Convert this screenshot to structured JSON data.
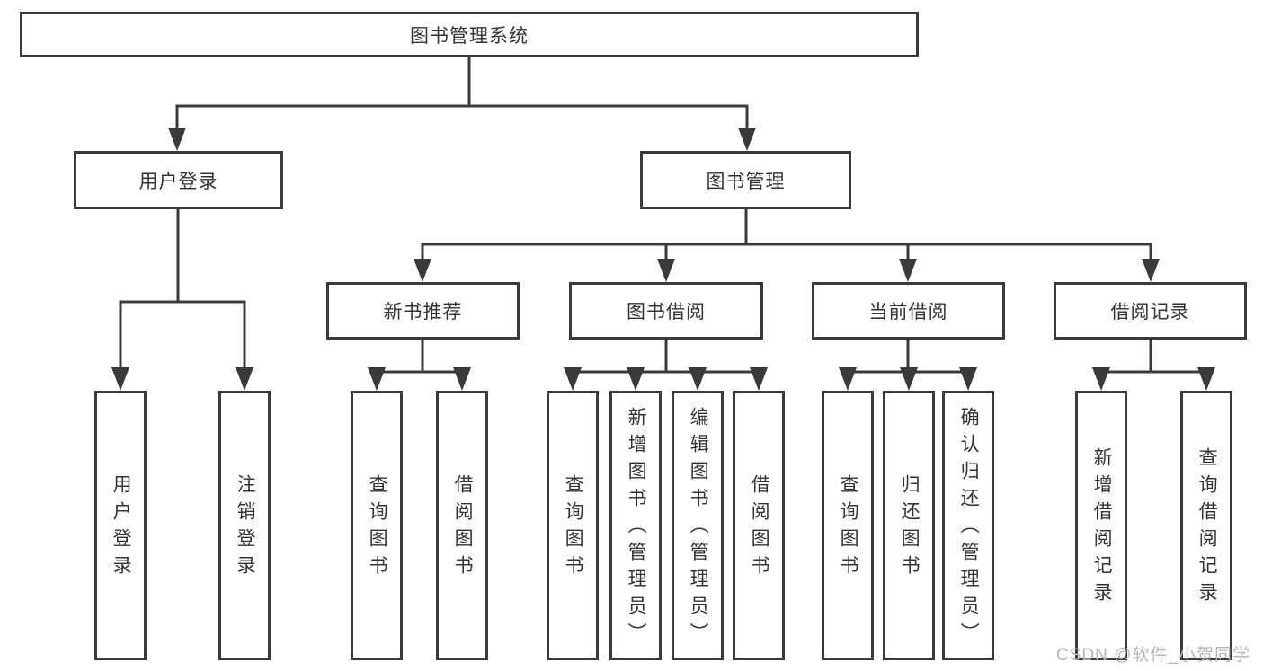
{
  "colors": {
    "line": "#3a3a3a",
    "box_border": "#3a3a3a",
    "box_background": "#ffffff",
    "text": "#333333",
    "watermark": "#b5b5b5"
  },
  "watermark": {
    "text": "CSDN @软件_小贺同学"
  },
  "tree": {
    "root": {
      "label": "图书管理系统"
    },
    "branches": [
      {
        "label": "用户登录",
        "children": [
          {
            "label": "用户登录"
          },
          {
            "label": "注销登录"
          }
        ]
      },
      {
        "label": "图书管理",
        "children": [
          {
            "label": "新书推荐",
            "children": [
              {
                "label": "查询图书"
              },
              {
                "label": "借阅图书"
              }
            ]
          },
          {
            "label": "图书借阅",
            "children": [
              {
                "label": "查询图书"
              },
              {
                "label": "新增图书（管理员）"
              },
              {
                "label": "编辑图书（管理员）"
              },
              {
                "label": "借阅图书"
              }
            ]
          },
          {
            "label": "当前借阅",
            "children": [
              {
                "label": "查询图书"
              },
              {
                "label": "归还图书"
              },
              {
                "label": "确认归还（管理员）"
              }
            ]
          },
          {
            "label": "借阅记录",
            "children": [
              {
                "label": "新增借阅记录"
              },
              {
                "label": "查询借阅记录"
              }
            ]
          }
        ]
      }
    ]
  }
}
